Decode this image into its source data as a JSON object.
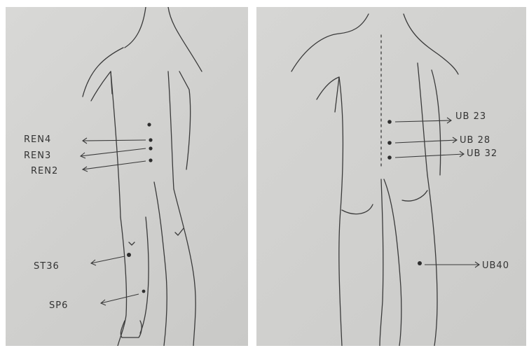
{
  "front_view": {
    "points": [
      {
        "label": "REN4"
      },
      {
        "label": "REN3"
      },
      {
        "label": "REN2"
      },
      {
        "label": "ST36"
      },
      {
        "label": "SP6"
      }
    ]
  },
  "back_view": {
    "points": [
      {
        "label": "UB 23"
      },
      {
        "label": "UB 28"
      },
      {
        "label": "UB 32"
      },
      {
        "label": "UB40"
      }
    ]
  },
  "colors": {
    "paper": "#d2d2d0",
    "ink": "#3a3a3a"
  }
}
